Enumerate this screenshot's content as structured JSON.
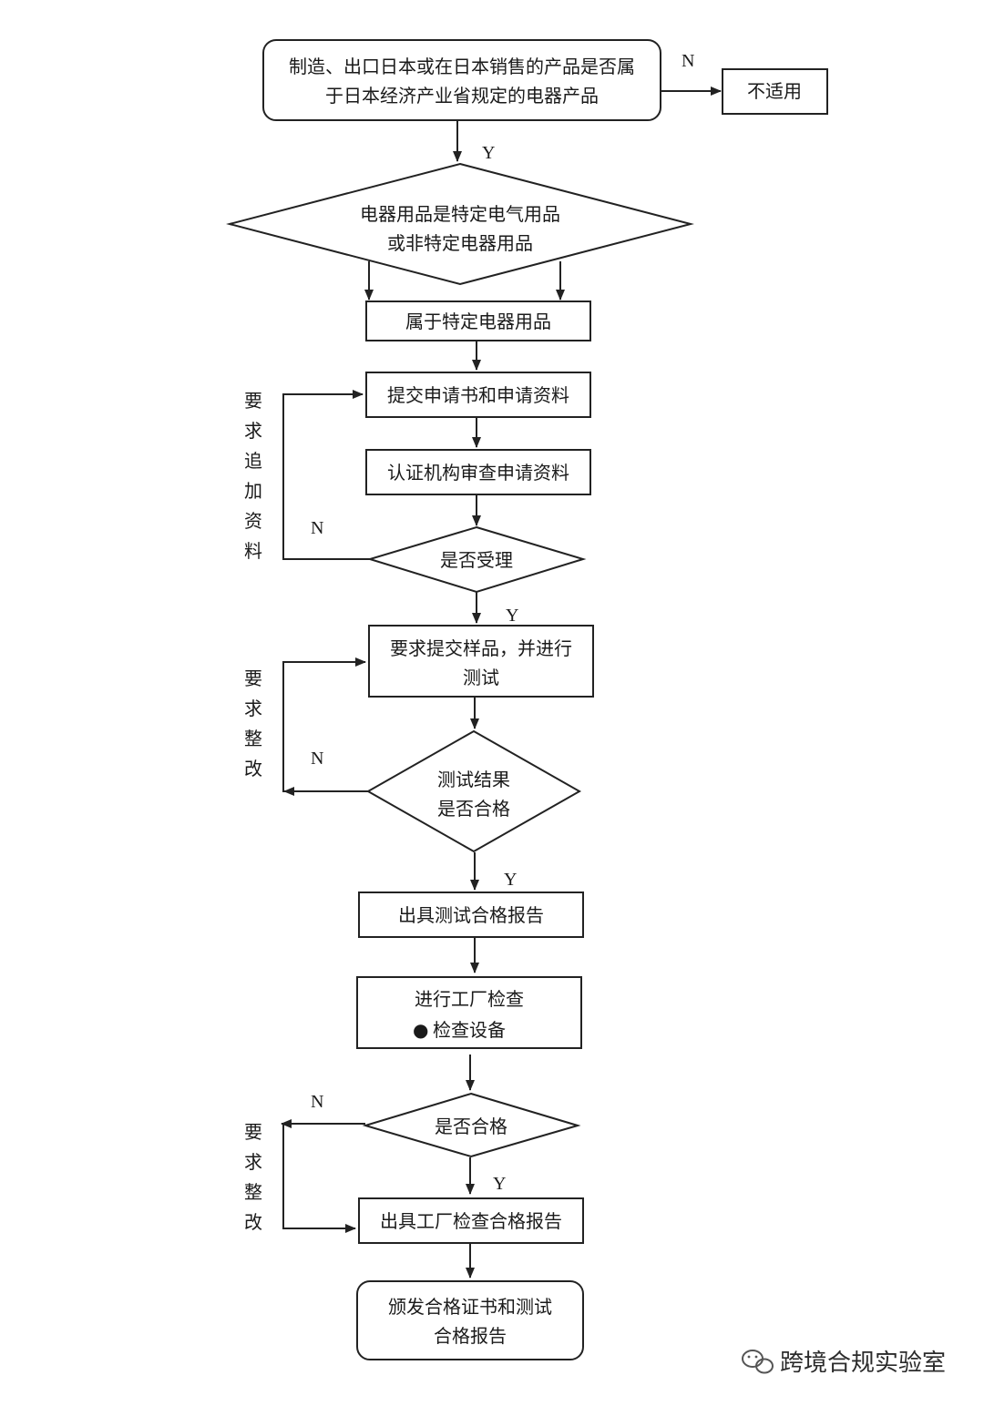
{
  "nodes": {
    "start": {
      "line1": "制造、出口日本或在日本销售的产品是否属",
      "line2": "于日本经济产业省规定的电器产品"
    },
    "not_applicable": "不适用",
    "category_decision": {
      "line1": "电器用品是特定电气用品",
      "line2": "或非特定电器用品"
    },
    "specified": "属于特定电器用品",
    "submit_application": "提交申请书和申请资料",
    "review_materials": "认证机构审查申请资料",
    "accepted_decision": "是否受理",
    "submit_samples": {
      "line1": "要求提交样品，并进行",
      "line2": "测试"
    },
    "test_decision": {
      "line1": "测试结果",
      "line2": "是否合格"
    },
    "test_report": "出具测试合格报告",
    "factory_inspection": {
      "line1": "进行工厂检查",
      "bullet": "●",
      "line2": "检查设备"
    },
    "pass_decision": "是否合格",
    "factory_report": "出具工厂检查合格报告",
    "certificate": {
      "line1": "颁发合格证书和测试",
      "line2": "合格报告"
    }
  },
  "labels": {
    "yes": "Y",
    "no": "N"
  },
  "side_notes": {
    "more_materials": [
      "要",
      "求",
      "追",
      "加",
      "资",
      "料"
    ],
    "rectify_1": [
      "要",
      "求",
      "整",
      "改"
    ],
    "rectify_2": [
      "要",
      "求",
      "整",
      "改"
    ]
  },
  "watermark": {
    "text": "跨境合规实验室",
    "icon": "wechat-icon"
  }
}
